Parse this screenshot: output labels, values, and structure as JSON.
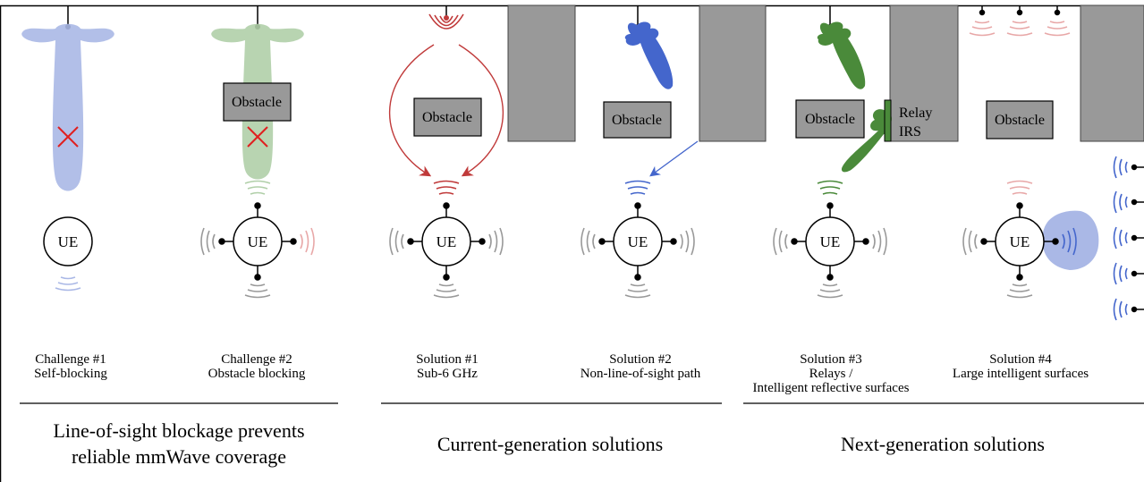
{
  "ue_label": "UE",
  "obstacle_label": "Obstacle",
  "relay_label": [
    "Relay",
    "IRS"
  ],
  "panels": [
    {
      "caption": [
        "Challenge #1",
        "Self-blocking"
      ]
    },
    {
      "caption": [
        "Challenge #2",
        "Obstacle blocking"
      ]
    },
    {
      "caption": [
        "Solution #1",
        "Sub-6 GHz"
      ]
    },
    {
      "caption": [
        "Solution #2",
        "Non-line-of-sight path"
      ]
    },
    {
      "caption": [
        "Solution #3",
        "Relays /",
        "Intelligent reflective surfaces"
      ]
    },
    {
      "caption": [
        "Solution #4",
        "Large intelligent surfaces"
      ]
    }
  ],
  "groups": [
    {
      "title": [
        "Line-of-sight blockage prevents",
        "reliable mmWave coverage"
      ]
    },
    {
      "title": [
        "Current-generation solutions"
      ]
    },
    {
      "title": [
        "Next-generation solutions"
      ]
    }
  ],
  "colors": {
    "blue": "#4466cc",
    "blue_light": "#aab8e6",
    "green": "#4a8a3a",
    "green_light": "#b0cfa8",
    "red": "#c03a3a",
    "red_light": "#e8a8a8",
    "gray": "#999999",
    "obstacle": "#999999",
    "cross": "#e02020"
  }
}
